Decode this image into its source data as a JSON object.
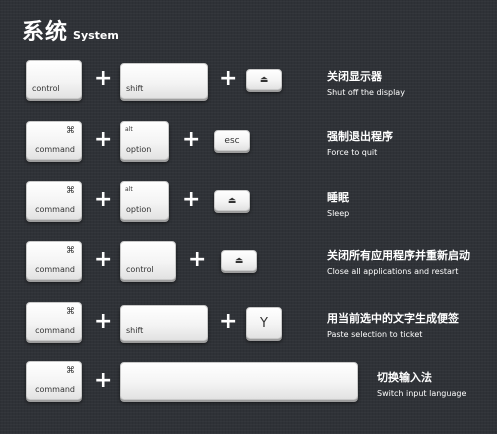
{
  "header": {
    "title_zh": "系统",
    "title_en": "System"
  },
  "symbols": {
    "plus": "+",
    "command": "⌘",
    "eject": "⏏"
  },
  "rows": [
    {
      "keys": [
        {
          "label": "control"
        },
        {
          "label": "shift"
        },
        {
          "label": "⏏"
        }
      ],
      "desc_zh": "关闭显示器",
      "desc_en": "Shut off the display"
    },
    {
      "keys": [
        {
          "label": "command",
          "sym": "⌘"
        },
        {
          "label": "option",
          "top": "alt"
        },
        {
          "label": "esc"
        }
      ],
      "desc_zh": "强制退出程序",
      "desc_en": "Force to quit"
    },
    {
      "keys": [
        {
          "label": "command",
          "sym": "⌘"
        },
        {
          "label": "option",
          "top": "alt"
        },
        {
          "label": "⏏"
        }
      ],
      "desc_zh": "睡眠",
      "desc_en": "Sleep"
    },
    {
      "keys": [
        {
          "label": "command",
          "sym": "⌘"
        },
        {
          "label": "control"
        },
        {
          "label": "⏏"
        }
      ],
      "desc_zh": "关闭所有应用程序并重新启动",
      "desc_en": "Close all applications and restart"
    },
    {
      "keys": [
        {
          "label": "command",
          "sym": "⌘"
        },
        {
          "label": "shift"
        },
        {
          "label": "Y"
        }
      ],
      "desc_zh": "用当前选中的文字生成便签",
      "desc_en": "Paste selection to ticket"
    },
    {
      "keys": [
        {
          "label": "command",
          "sym": "⌘"
        },
        {
          "label": ""
        }
      ],
      "desc_zh": "切换输入法",
      "desc_en": "Switch input language"
    }
  ]
}
